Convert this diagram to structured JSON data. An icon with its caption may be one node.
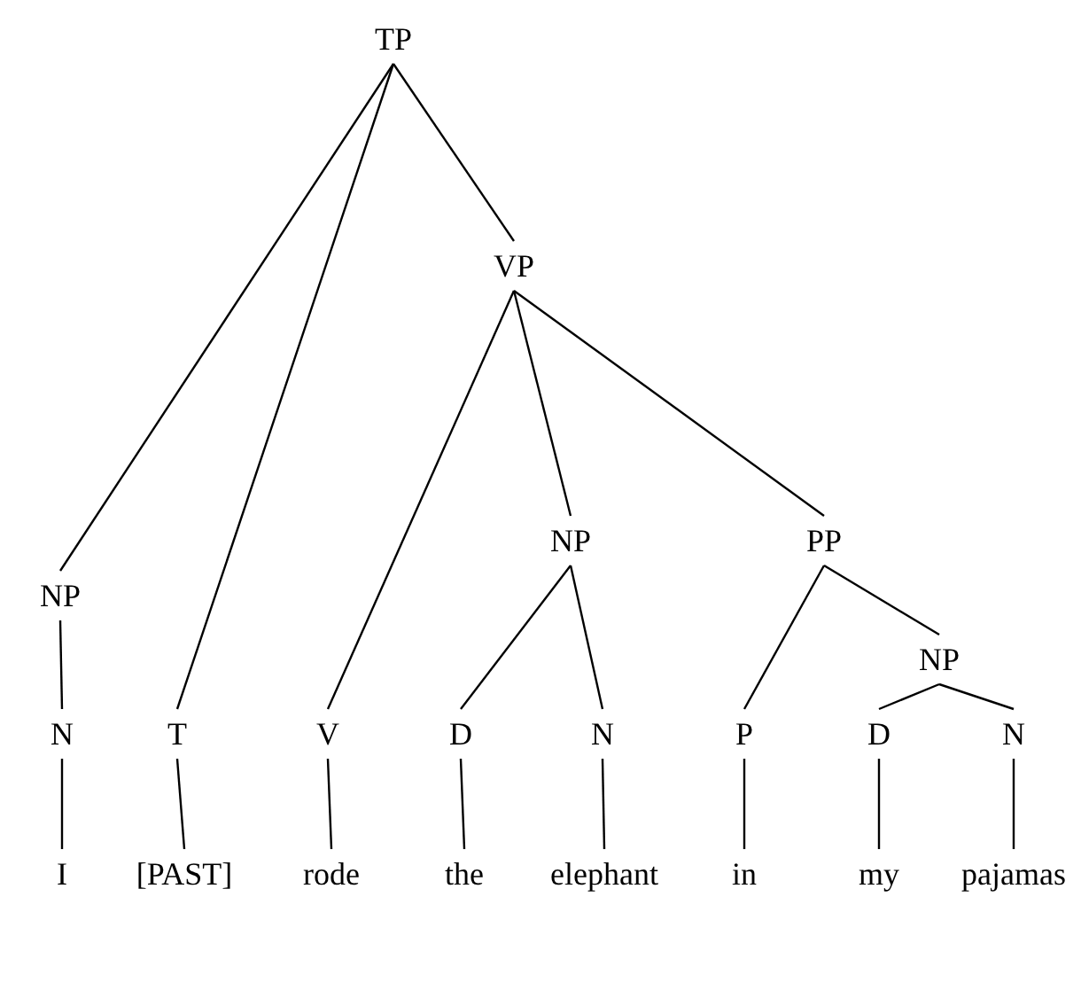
{
  "diagram": {
    "nodes": [
      {
        "text": [
          "TP"
        ]
      },
      {
        "text": [
          "VP"
        ]
      },
      {
        "text": [
          "NP"
        ]
      },
      {
        "text": [
          "NP"
        ]
      },
      {
        "text": [
          "PP"
        ]
      },
      {
        "text": [
          "NP"
        ]
      },
      {
        "text": [
          "N"
        ]
      },
      {
        "text": [
          "T"
        ]
      },
      {
        "text": [
          "V"
        ]
      },
      {
        "text": [
          "D"
        ]
      },
      {
        "text": [
          "N"
        ]
      },
      {
        "text": [
          "P"
        ]
      },
      {
        "text": [
          "D"
        ]
      },
      {
        "text": [
          "N"
        ]
      },
      {
        "text": [
          "I"
        ]
      },
      {
        "text": [
          "[PAST]"
        ]
      },
      {
        "text": [
          "rode"
        ]
      },
      {
        "text": [
          "the"
        ]
      },
      {
        "text": [
          "elephant"
        ]
      },
      {
        "text": [
          "in"
        ]
      },
      {
        "text": [
          "my"
        ]
      },
      {
        "text": [
          "pajamas"
        ]
      }
    ],
    "edges": [
      {
        "from": 0,
        "to": 2,
        "arrow": "none"
      },
      {
        "from": 0,
        "to": 7,
        "arrow": "none"
      },
      {
        "from": 0,
        "to": 1,
        "arrow": "none"
      },
      {
        "from": 1,
        "to": 8,
        "arrow": "none"
      },
      {
        "from": 1,
        "to": 3,
        "arrow": "none"
      },
      {
        "from": 1,
        "to": 4,
        "arrow": "none"
      },
      {
        "from": 2,
        "to": 6,
        "arrow": "none"
      },
      {
        "from": 3,
        "to": 9,
        "arrow": "none"
      },
      {
        "from": 3,
        "to": 10,
        "arrow": "none"
      },
      {
        "from": 4,
        "to": 11,
        "arrow": "none"
      },
      {
        "from": 4,
        "to": 5,
        "arrow": "none"
      },
      {
        "from": 5,
        "to": 12,
        "arrow": "none"
      },
      {
        "from": 5,
        "to": 13,
        "arrow": "none"
      },
      {
        "from": 6,
        "to": 14,
        "arrow": "none"
      },
      {
        "from": 7,
        "to": 15,
        "arrow": "none"
      },
      {
        "from": 8,
        "to": 16,
        "arrow": "none"
      },
      {
        "from": 9,
        "to": 17,
        "arrow": "none"
      },
      {
        "from": 10,
        "to": 18,
        "arrow": "none"
      },
      {
        "from": 11,
        "to": 19,
        "arrow": "none"
      },
      {
        "from": 12,
        "to": 20,
        "arrow": "none"
      },
      {
        "from": 13,
        "to": 21,
        "arrow": "none"
      }
    ]
  }
}
